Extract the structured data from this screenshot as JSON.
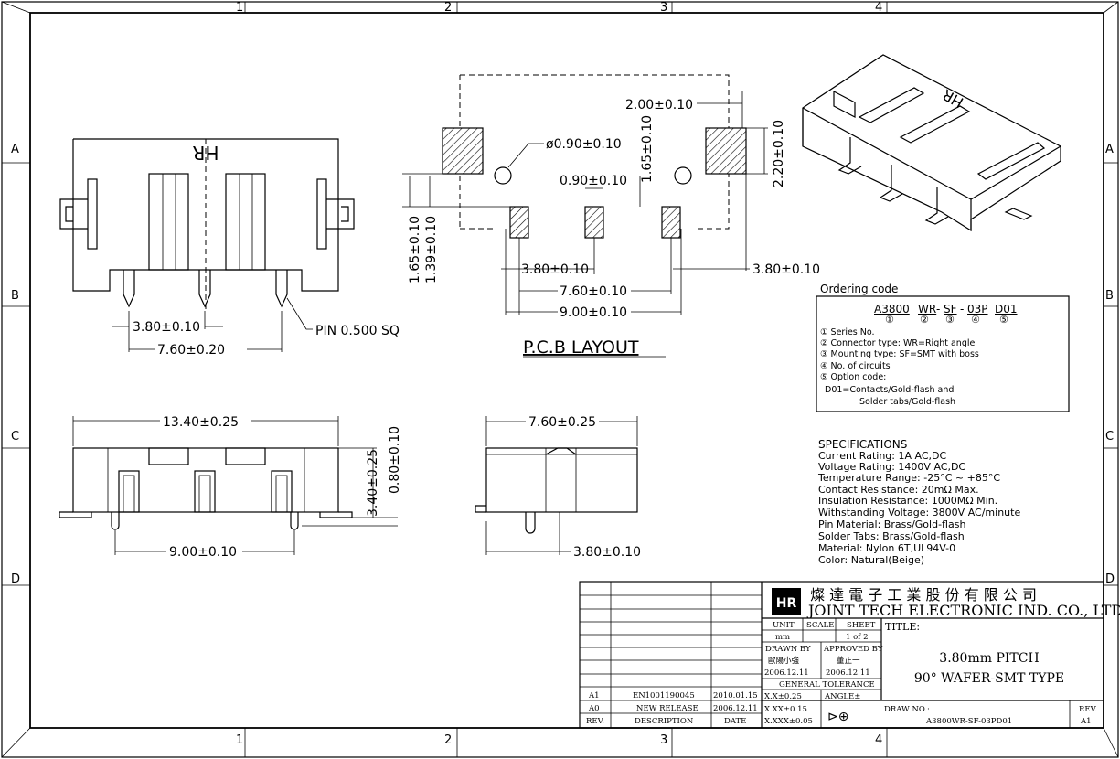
{
  "zones": {
    "cols": [
      "1",
      "2",
      "3",
      "4"
    ],
    "rows": [
      "A",
      "B",
      "C",
      "D"
    ]
  },
  "top_view": {
    "marking": "HR",
    "dims": [
      "3.80±0.10",
      "7.60±0.20",
      "PIN 0.500 SQ"
    ]
  },
  "pcb_layout": {
    "title": "P.C.B LAYOUT",
    "dims": [
      "2.00±0.10",
      "ø0.90±0.10",
      "1.65±0.10",
      "2.20±0.10",
      "0.90±0.10",
      "1.65±0.10",
      "1.39±0.10",
      "3.80±0.10",
      "3.80±0.10",
      "7.60±0.10",
      "9.00±0.10"
    ]
  },
  "front_view": {
    "dims": [
      "13.40±0.25",
      "3.40±0.25",
      "0.80±0.10",
      "9.00±0.10"
    ]
  },
  "side_view": {
    "dims": [
      "7.60±0.25",
      "3.80±0.10"
    ]
  },
  "iso_view": {
    "marking": "HR"
  },
  "ordering": {
    "heading": "Ordering code",
    "code_parts": [
      "A3800",
      "WR",
      "SF",
      "03P",
      "D01"
    ],
    "code_separators": [
      "-",
      "-"
    ],
    "markers": [
      "①",
      "②",
      "③",
      "④",
      "⑤"
    ],
    "items": [
      "① Series No.",
      "② Connector type: WR=Right angle",
      "③ Mounting type: SF=SMT with boss",
      "④ No. of circuits",
      "⑤ Option code:",
      "D01=Contacts/Gold-flash and",
      "Solder tabs/Gold-flash"
    ]
  },
  "specifications": {
    "heading": "SPECIFICATIONS",
    "lines": [
      "Current Rating: 1A AC,DC",
      "Voltage Rating: 1400V AC,DC",
      "Temperature Range: -25°C ~ +85°C",
      "Contact Resistance: 20mΩ Max.",
      "Insulation Resistance: 1000MΩ Min.",
      "Withstanding Voltage: 3800V AC/minute",
      "Pin Material: Brass/Gold-flash",
      "Solder Tabs: Brass/Gold-flash",
      "Material: Nylon 6T,UL94V-0",
      "Color: Natural(Beige)"
    ]
  },
  "title_block": {
    "company_cn": "燦 達 電 子 工 業 股 份 有 限 公 司",
    "company_en": "JOINT TECH ELECTRONIC IND. CO., LTD.",
    "logo_text": "HR",
    "unit_label": "UNIT",
    "unit_value": "mm",
    "scale_label": "SCALE",
    "scale_value": "",
    "sheet_label": "SHEET",
    "sheet_value": "1 of 2",
    "title_label": "TITLE:",
    "title_line1": "3.80mm PITCH",
    "title_line2": "90° WAFER-SMT TYPE",
    "drawn_by_label": "DRAWN BY",
    "drawn_by": "歐陽小強",
    "drawn_date": "2006.12.11",
    "approved_by_label": "APPROVED BY",
    "approved_by": "董正一",
    "approved_date": "2006.12.11",
    "tolerance_label": "GENERAL TOLERANCE",
    "tol_x": "X.X±0.25",
    "tol_xx": "X.XX±0.15",
    "tol_xxx": "X.XXX±0.05",
    "angle_label": "ANGLE±",
    "projection_symbol": "⊳⊕",
    "drawing_no_label": "DRAW NO.:",
    "drawing_no": "A3800WR-SF-03PD01",
    "rev_label": "REV.",
    "rev_value": "A1",
    "revisions": [
      {
        "rev": "A1",
        "desc": "EN1001190045",
        "date": "2010.01.15"
      },
      {
        "rev": "A0",
        "desc": "NEW RELEASE",
        "date": "2006.12.11"
      }
    ],
    "rev_header": {
      "rev": "REV.",
      "desc": "DESCRIPTION",
      "date": "DATE"
    }
  }
}
